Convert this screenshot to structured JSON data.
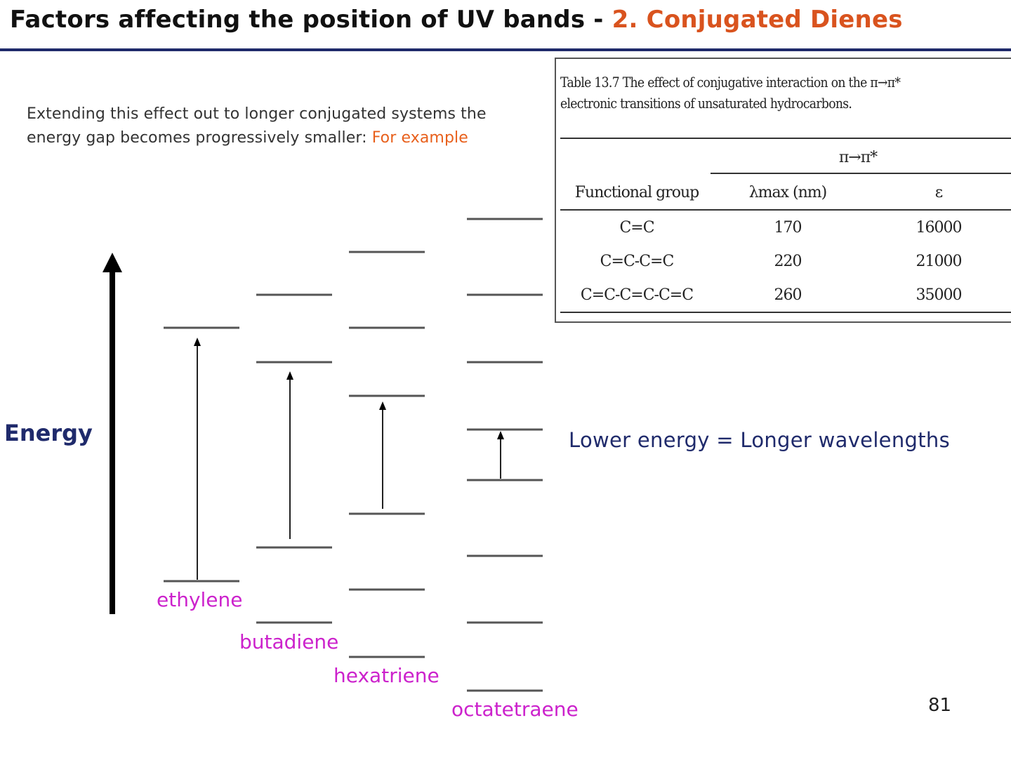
{
  "header": {
    "title_prefix": "Factors affecting the position of UV bands - ",
    "title_highlight": "2. Conjugated Dienes",
    "prefix_color": "#111111",
    "highlight_color": "#d9531e",
    "rule_color": "#1f2a6b"
  },
  "intro": {
    "text": "Extending this effect out to longer conjugated systems the energy gap becomes progressively smaller:",
    "highlight": "For example",
    "highlight_color": "#e8601c"
  },
  "energy_axis": {
    "label": "Energy"
  },
  "molecules": [
    {
      "name": "ethylene"
    },
    {
      "name": "butadiene"
    },
    {
      "name": "hexatriene"
    },
    {
      "name": "octatetraene"
    }
  ],
  "note": "Lower energy = Longer wavelengths",
  "table": {
    "caption": "Table 13.7 The effect of conjugative interaction on the π→π* electronic transitions of unsaturated hydrocarbons.",
    "group_header": "π→π*",
    "columns": [
      "Functional group",
      "λmax (nm)",
      "ε"
    ],
    "rows": [
      [
        "C=C",
        "170",
        "16000"
      ],
      [
        "C=C-C=C",
        "220",
        "21000"
      ],
      [
        "C=C-C=C-C=C",
        "260",
        "35000"
      ]
    ]
  },
  "page_number": "81"
}
